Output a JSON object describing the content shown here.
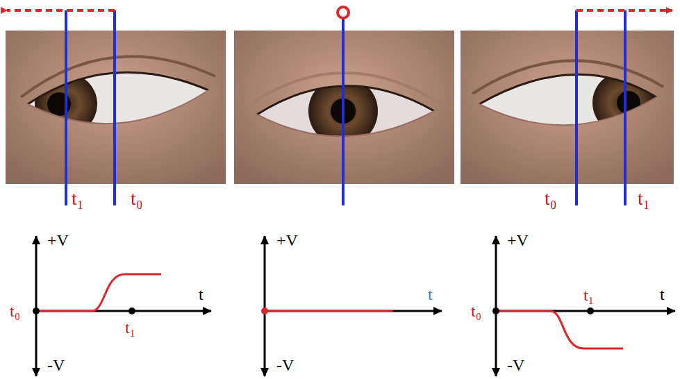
{
  "diagram": {
    "labels": [
      "t₁",
      "t₀",
      "t₀",
      "t₁",
      "+V",
      "-V",
      "t",
      "t₀",
      "t₁",
      "+V",
      "-V",
      "t",
      "+V",
      "-V",
      "t",
      "t₀",
      "t₁"
    ]
  }
}
